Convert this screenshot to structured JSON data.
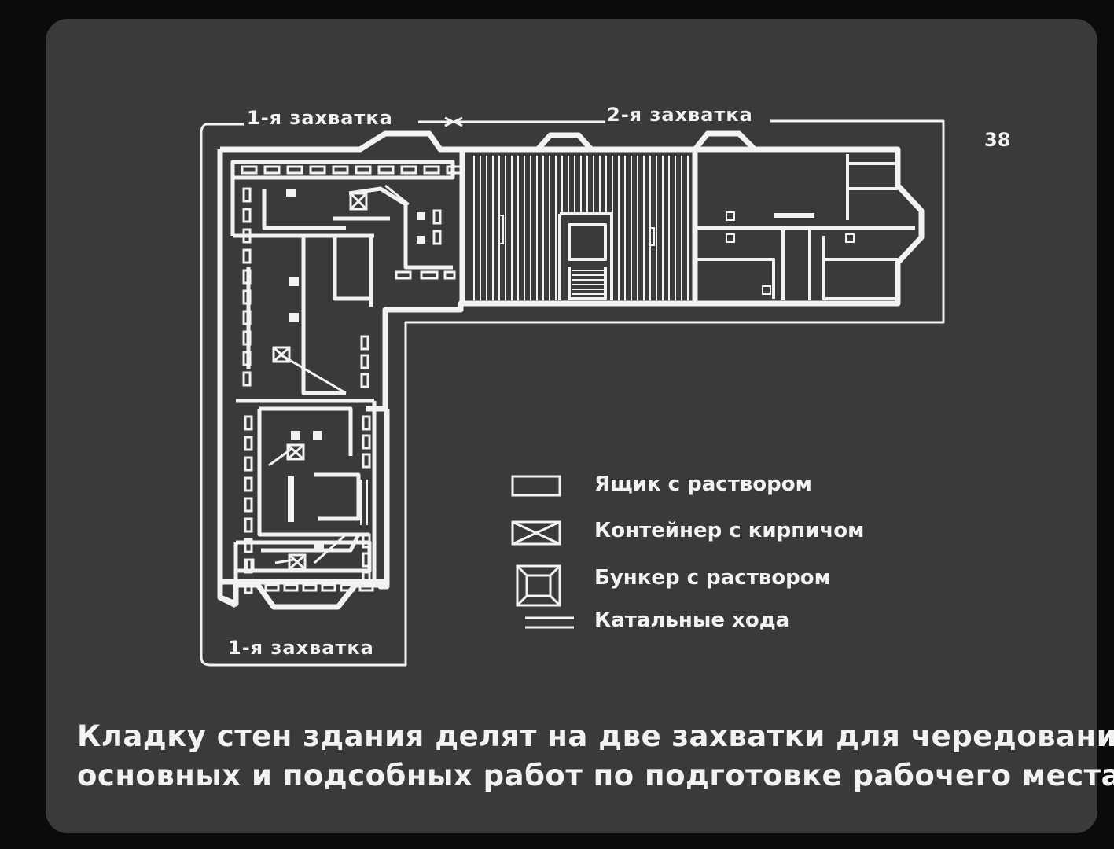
{
  "page_number": "38",
  "zones": {
    "zone1_top": "1-я захватка",
    "zone2_top": "2-я захватка",
    "zone1_bottom": "1-я захватка"
  },
  "legend": [
    {
      "symbol": "box-icon",
      "label": "Ящик с раствором"
    },
    {
      "symbol": "container-icon",
      "label": "Контейнер с кирпичом"
    },
    {
      "symbol": "bunker-icon",
      "label": "Бункер с раствором"
    },
    {
      "symbol": "walkway-icon",
      "label": "Катальные хода"
    }
  ],
  "caption": {
    "line1": "Кладку стен здания делят на две захватки для чередования",
    "line2": "основных и подсобных работ по подготовке рабочего места."
  },
  "colors": {
    "background": "#3a3a3a",
    "lines": "#f2f2f2"
  }
}
